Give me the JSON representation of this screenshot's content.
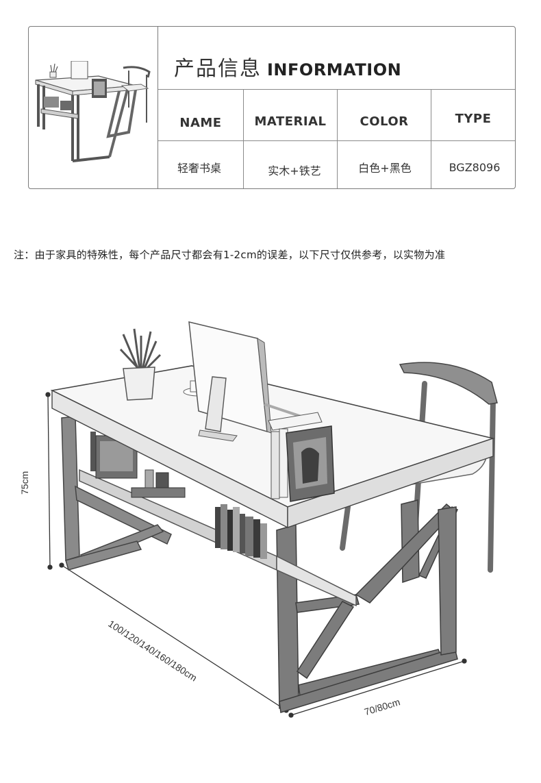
{
  "info": {
    "title_cn": "产品信息",
    "title_en": "INFORMATION",
    "headers": [
      "NAME",
      "MATERIAL",
      "COLOR",
      "TYPE"
    ],
    "values": [
      "轻奢书桌",
      "实木+铁艺",
      "白色+黑色",
      "BGZ8096"
    ]
  },
  "note": "注：由于家具的特殊性，每个产品尺寸都会有1-2cm的误差，以下尺寸仅供参考，以实物为准",
  "dimensions": {
    "height": "75cm",
    "length": "100/120/140/160/180cm",
    "depth": "70/80cm"
  }
}
